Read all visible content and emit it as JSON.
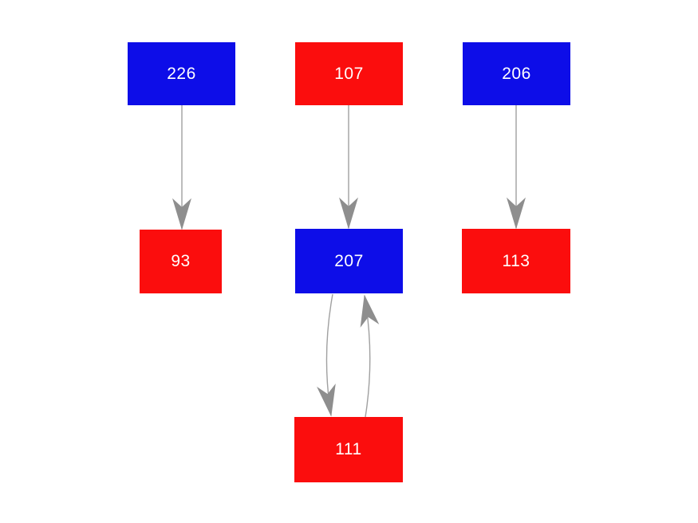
{
  "canvas": {
    "background": "#ffffff"
  },
  "graph": {
    "edge_color": "#a0a0a0",
    "arrowhead_color": "#8e8e8e",
    "node_text_color": "#ffffff",
    "node_colors": {
      "blue": "#0d0de8",
      "red": "#fb0d0d"
    },
    "nodes": [
      {
        "id": "226",
        "label": "226",
        "color": "#0d0de8",
        "color_name": "blue",
        "row": "top"
      },
      {
        "id": "107",
        "label": "107",
        "color": "#fb0d0d",
        "color_name": "red",
        "row": "top"
      },
      {
        "id": "206",
        "label": "206",
        "color": "#0d0de8",
        "color_name": "blue",
        "row": "top"
      },
      {
        "id": "93",
        "label": "93",
        "color": "#fb0d0d",
        "color_name": "red",
        "row": "middle"
      },
      {
        "id": "207",
        "label": "207",
        "color": "#0d0de8",
        "color_name": "blue",
        "row": "middle"
      },
      {
        "id": "113",
        "label": "113",
        "color": "#fb0d0d",
        "color_name": "red",
        "row": "middle"
      },
      {
        "id": "111",
        "label": "111",
        "color": "#fb0d0d",
        "color_name": "red",
        "row": "bottom"
      }
    ],
    "edges": [
      {
        "from": "226",
        "to": "93",
        "style": "straight"
      },
      {
        "from": "107",
        "to": "207",
        "style": "straight"
      },
      {
        "from": "206",
        "to": "113",
        "style": "straight"
      },
      {
        "from": "207",
        "to": "111",
        "style": "curved-left"
      },
      {
        "from": "111",
        "to": "207",
        "style": "curved-right"
      }
    ]
  }
}
